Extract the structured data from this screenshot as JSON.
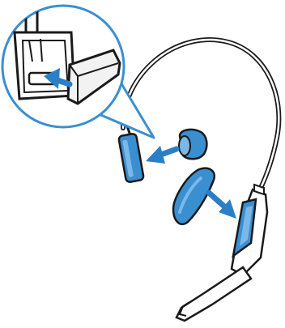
{
  "figure": {
    "subject": "headset-assembly-illustration",
    "colors": {
      "outline": "#1a1a1a",
      "accent_blue": "#3a8fd1",
      "arrow_blue": "#2b7fc7",
      "cushion_gray": "#f2f2f2",
      "background": "#ffffff"
    },
    "parts": [
      {
        "id": "headband",
        "icon": "headband-icon"
      },
      {
        "id": "ear-cushion",
        "icon": "ear-cushion-icon"
      },
      {
        "id": "ear-pad",
        "icon": "ear-pad-icon"
      },
      {
        "id": "earpiece",
        "icon": "earpiece-icon"
      },
      {
        "id": "microphone-boom",
        "icon": "mic-boom-icon"
      },
      {
        "id": "mic-foam-tip",
        "icon": "foam-tip-icon"
      },
      {
        "id": "mic-clip-detail",
        "icon": "mic-clip-detail-icon"
      }
    ],
    "steps": [
      {
        "id": "attach-foam-tip",
        "arrow": "left-arrow-icon"
      },
      {
        "id": "attach-ear-pad",
        "arrow": "down-right-arrow-icon"
      },
      {
        "id": "insert-clip-detail",
        "arrow": "left-arrow-icon"
      }
    ]
  }
}
